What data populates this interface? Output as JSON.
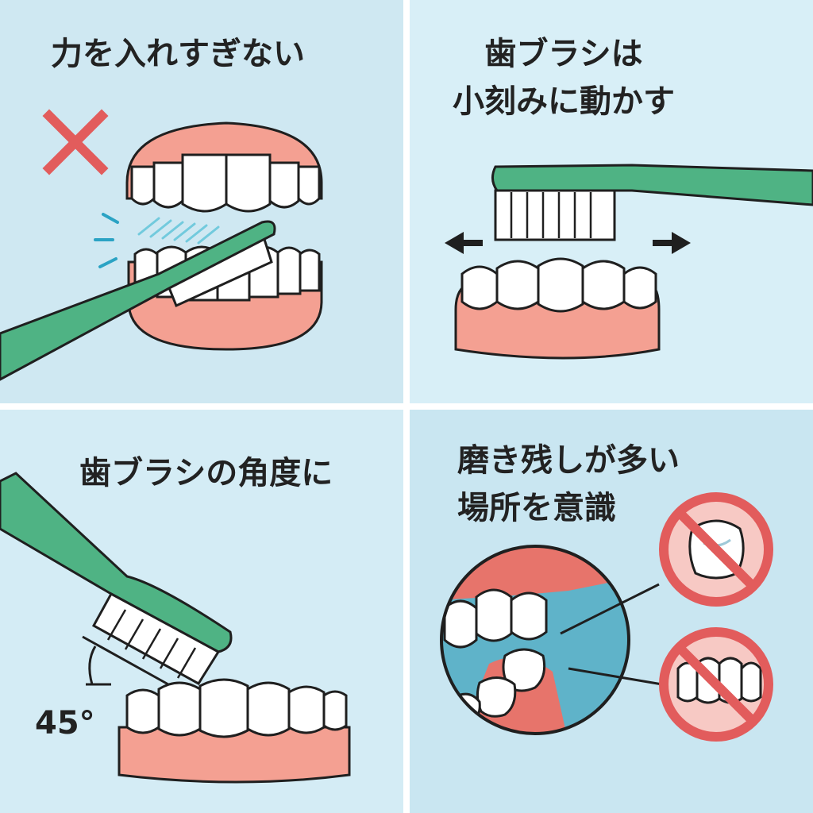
{
  "panels": [
    {
      "title": "力を入れすぎない",
      "mark": "x-mark-icon"
    },
    {
      "title_lines": [
        "歯ブラシは",
        "小刻みに動かす"
      ]
    },
    {
      "title": "歯ブラシの角度に",
      "angle_label": "45°"
    },
    {
      "title_lines": [
        "磨き残しが多い",
        "場所を意識"
      ]
    }
  ],
  "colors": {
    "brush": "#4fb384",
    "gum": "#f4a092",
    "tooth": "#ffffff",
    "outline": "#1f1f1f",
    "wrong": "#e25c5c",
    "mouth_inner": "#5fb3c9"
  }
}
